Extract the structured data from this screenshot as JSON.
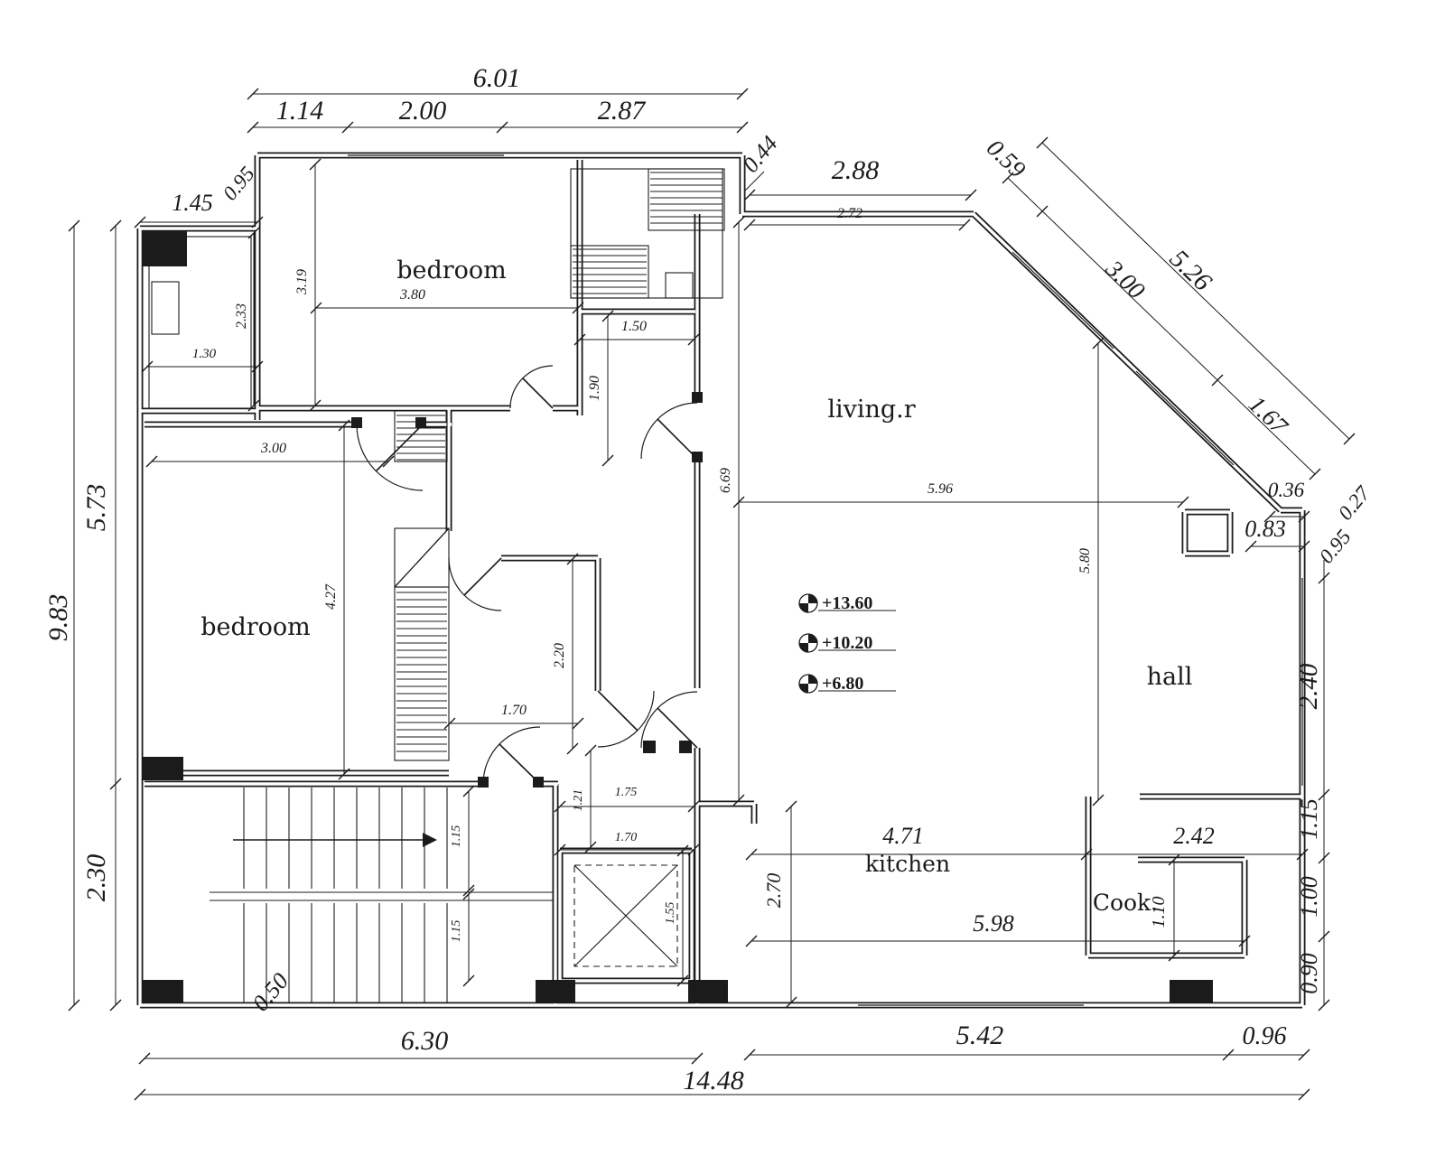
{
  "drawing_ink": "#1b1b1b",
  "rooms": {
    "bedroom_top": "bedroom",
    "bedroom_left": "bedroom",
    "living": "living.r",
    "hall": "hall",
    "kitchen": "kitchen",
    "cook": "Cook."
  },
  "levels": {
    "l1": "+13.60",
    "l2": "+10.20",
    "l3": "+6.80"
  },
  "dimensions": {
    "d601": "6.01",
    "d114": "1.14",
    "d200": "2.00",
    "d287": "2.87",
    "d044": "0.44",
    "d288": "2.88",
    "d059": "0.59",
    "d300diag": "3.00",
    "d526": "5.26",
    "d167": "1.67",
    "d036": "0.36",
    "d083": "0.83",
    "d095r": "0.95",
    "d027": "0.27",
    "d240": "2.40",
    "d115r": "1.15",
    "d100": "1.00",
    "d090": "0.90",
    "d096": "0.96",
    "d542": "5.42",
    "d630": "6.30",
    "d1448": "14.48",
    "d050": "0.50",
    "d230": "2.30",
    "d983": "9.83",
    "d573": "5.73",
    "d145": "1.45",
    "d095l": "0.95",
    "d319": "3.19",
    "d233": "2.33",
    "d130": "1.30",
    "d380": "3.80",
    "d150": "1.50",
    "d190": "1.90",
    "d272": "2.72",
    "d300int": "3.00",
    "d669": "6.69",
    "d596": "5.96",
    "d580": "5.80",
    "d427": "4.27",
    "d220": "2.20",
    "d170a": "1.70",
    "d121": "1.21",
    "d175": "1.75",
    "d115a": "1.15",
    "d115b": "1.15",
    "d170b": "1.70",
    "d155": "1.55",
    "d270": "2.70",
    "d471": "4.71",
    "d598": "5.98",
    "d242": "2.42",
    "d110": "1.10"
  }
}
